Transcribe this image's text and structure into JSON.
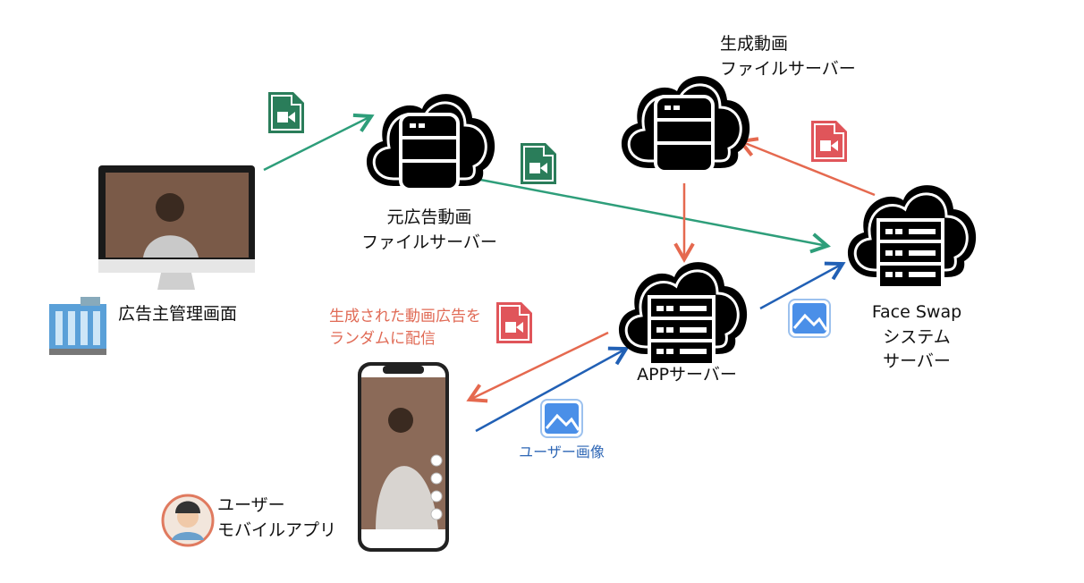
{
  "colors": {
    "green": "#2e9e7a",
    "red": "#e5694f",
    "blue": "#2160b5",
    "file_green": "#2a7d5a",
    "file_red": "#e0555a",
    "image_blue": "#4a8fe8"
  },
  "nodes": {
    "advertiser": {
      "label": "広告主管理画面"
    },
    "source_server": {
      "line1": "元広告動画",
      "line2": "ファイルサーバー"
    },
    "generated_server": {
      "line1": "生成動画",
      "line2": "ファイルサーバー"
    },
    "faceswap_server": {
      "line1": "Face Swap",
      "line2": "システム",
      "line3": "サーバー"
    },
    "app_server": {
      "label": "APPサーバー"
    },
    "user_app": {
      "line1": "ユーザー",
      "line2": "モバイルアプリ"
    }
  },
  "annotations": {
    "delivery": {
      "line1": "生成された動画広告を",
      "line2": "ランダムに配信"
    },
    "user_image": "ユーザー画像"
  }
}
